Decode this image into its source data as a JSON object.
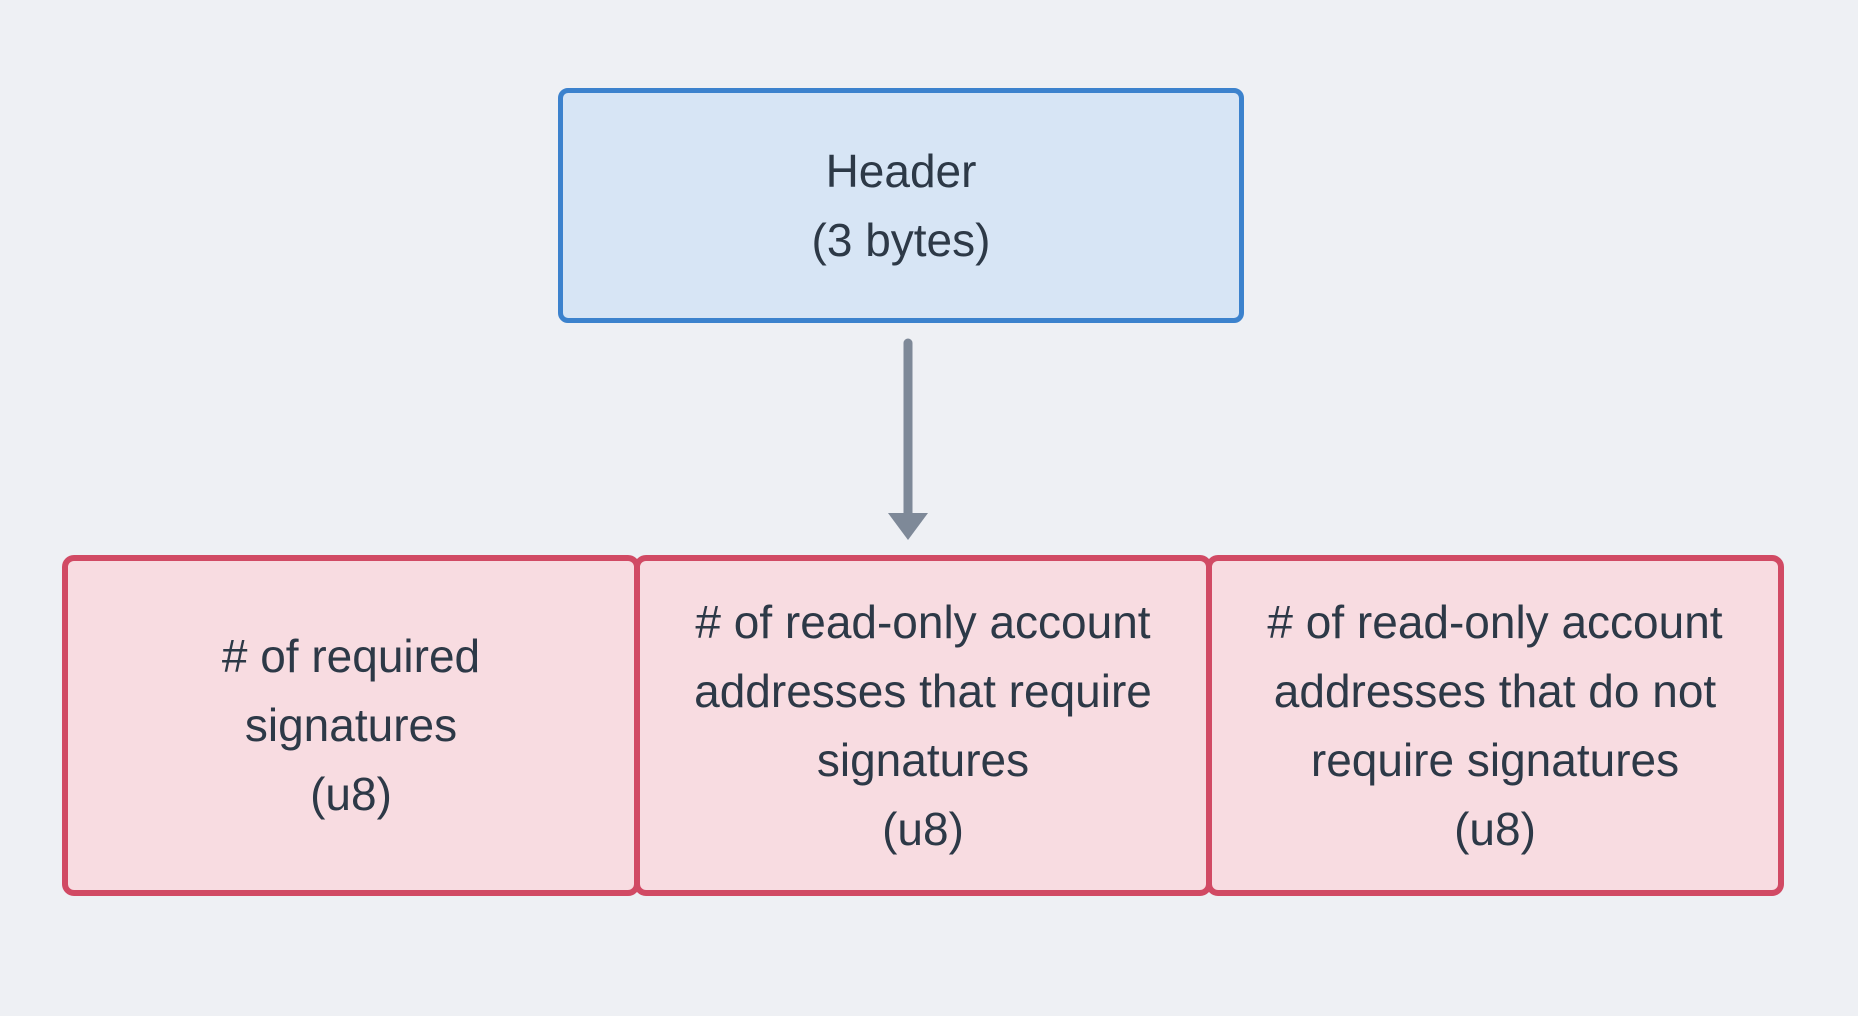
{
  "header_box": {
    "lines": [
      "Header",
      "(3 bytes)"
    ]
  },
  "field_boxes": [
    {
      "lines": [
        "# of required",
        "signatures",
        "(u8)"
      ]
    },
    {
      "lines": [
        "# of read-only account",
        "addresses that require",
        "signatures",
        "(u8)"
      ]
    },
    {
      "lines": [
        "# of read-only account",
        "addresses that do not",
        "require signatures",
        "(u8)"
      ]
    }
  ],
  "icons": {
    "arrow": "down-arrow"
  },
  "colors": {
    "background": "#eef0f4",
    "header_fill": "#d7e5f5",
    "header_border": "#3c82cd",
    "field_fill": "#f8dce1",
    "field_border": "#d14a64",
    "text": "#2d3947",
    "arrow": "#7e8998"
  }
}
